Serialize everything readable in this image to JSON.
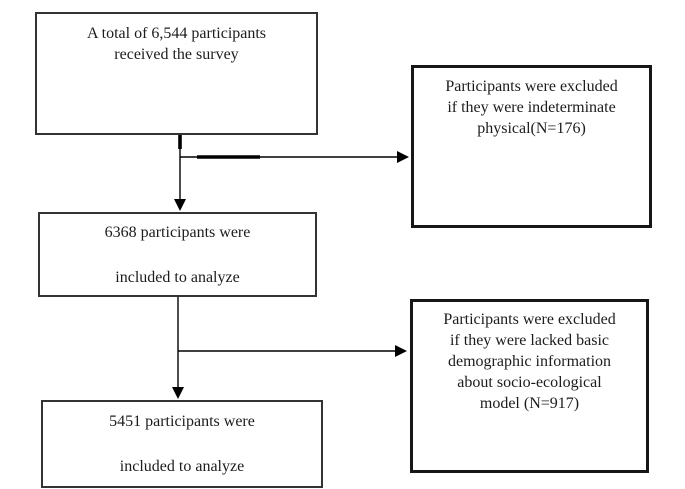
{
  "diagram": {
    "type": "participant-flowchart",
    "background_color": "#ffffff",
    "line_color": "#000000",
    "text_color": "#1c1c1c",
    "boxes": {
      "top": {
        "lines": [
          "A total of 6,544 participants",
          "received the survey"
        ]
      },
      "excluded1": {
        "lines": [
          "Participants were excluded",
          "if they were indeterminate",
          "physical(N=176)"
        ]
      },
      "middle": {
        "lines": [
          "6368 participants were",
          "included to analyze"
        ]
      },
      "excluded2": {
        "lines": [
          "Participants were excluded",
          "if they were lacked basic",
          "demographic information",
          "about socio-ecological",
          "model (N=917)"
        ]
      },
      "bottom": {
        "lines": [
          "5451 participants were",
          "included to analyze"
        ]
      }
    }
  }
}
